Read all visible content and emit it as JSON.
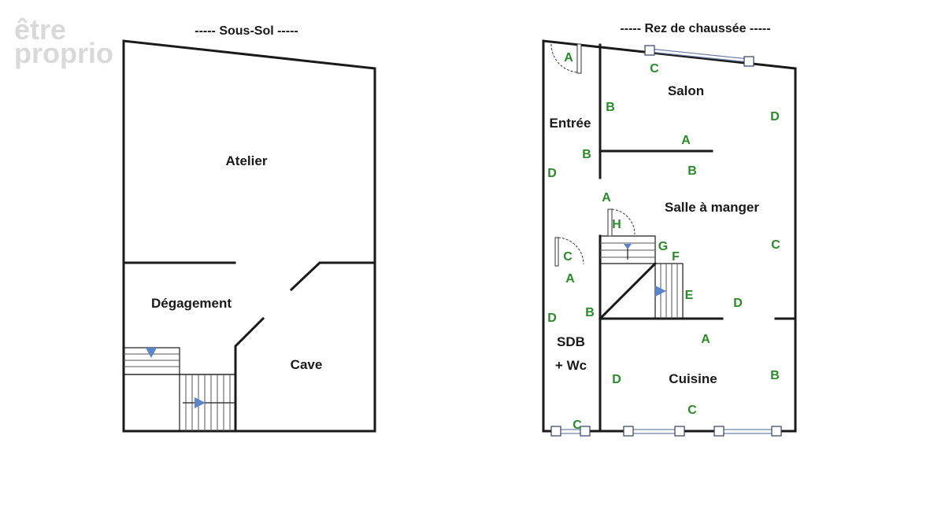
{
  "watermark": {
    "line1": "être",
    "line2": "proprio"
  },
  "basement": {
    "title": "----- Sous-Sol -----",
    "rooms": {
      "atelier": "Atelier",
      "degagement": "Dégagement",
      "cave": "Cave"
    }
  },
  "ground_floor": {
    "title": "----- Rez de chaussée -----",
    "rooms": {
      "salon": "Salon",
      "entree": "Entrée",
      "salle_a_manger": "Salle à manger",
      "sdb": "SDB",
      "wc": "+ Wc",
      "cuisine": "Cuisine"
    },
    "markers": [
      "A",
      "C",
      "B",
      "D",
      "A",
      "B",
      "B",
      "D",
      "A",
      "H",
      "G",
      "F",
      "C",
      "C",
      "A",
      "B",
      "E",
      "D",
      "D",
      "A",
      "D",
      "B",
      "C",
      "C"
    ]
  },
  "colors": {
    "wall": "#1a1a1a",
    "marker": "#2a8a2a",
    "arrow": "#5b84c9",
    "watermark": "#d9d9d9"
  }
}
